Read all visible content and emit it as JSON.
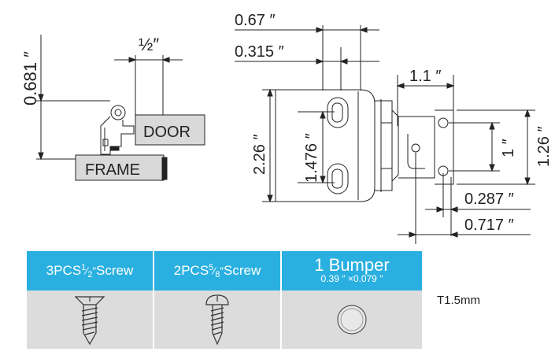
{
  "side_view": {
    "dim_half": "½″",
    "dim_height": "0.681 ″",
    "door_label": "DOOR",
    "frame_label": "FRAME"
  },
  "front_view": {
    "dim_067": "0.67 ″",
    "dim_0315": "0.315 ″",
    "dim_11": "1.1 ″",
    "dim_226": "2.26 ″",
    "dim_1476": "1.476 ″",
    "dim_1": "1 ″",
    "dim_126": "1.26 ″",
    "dim_0287": "0.287 ″",
    "dim_0717": "0.717 ″"
  },
  "parts": {
    "screw1": {
      "prefix": "3PCS",
      "num": "1",
      "den": "2",
      "suffix": "Screw"
    },
    "screw2": {
      "prefix": "2PCS",
      "num": "5",
      "den": "8",
      "suffix": "Screw"
    },
    "bumper": {
      "title": "1 Bumper",
      "size": "0.39 ″ ×0.079 ″"
    }
  },
  "thickness": "T1.5mm"
}
